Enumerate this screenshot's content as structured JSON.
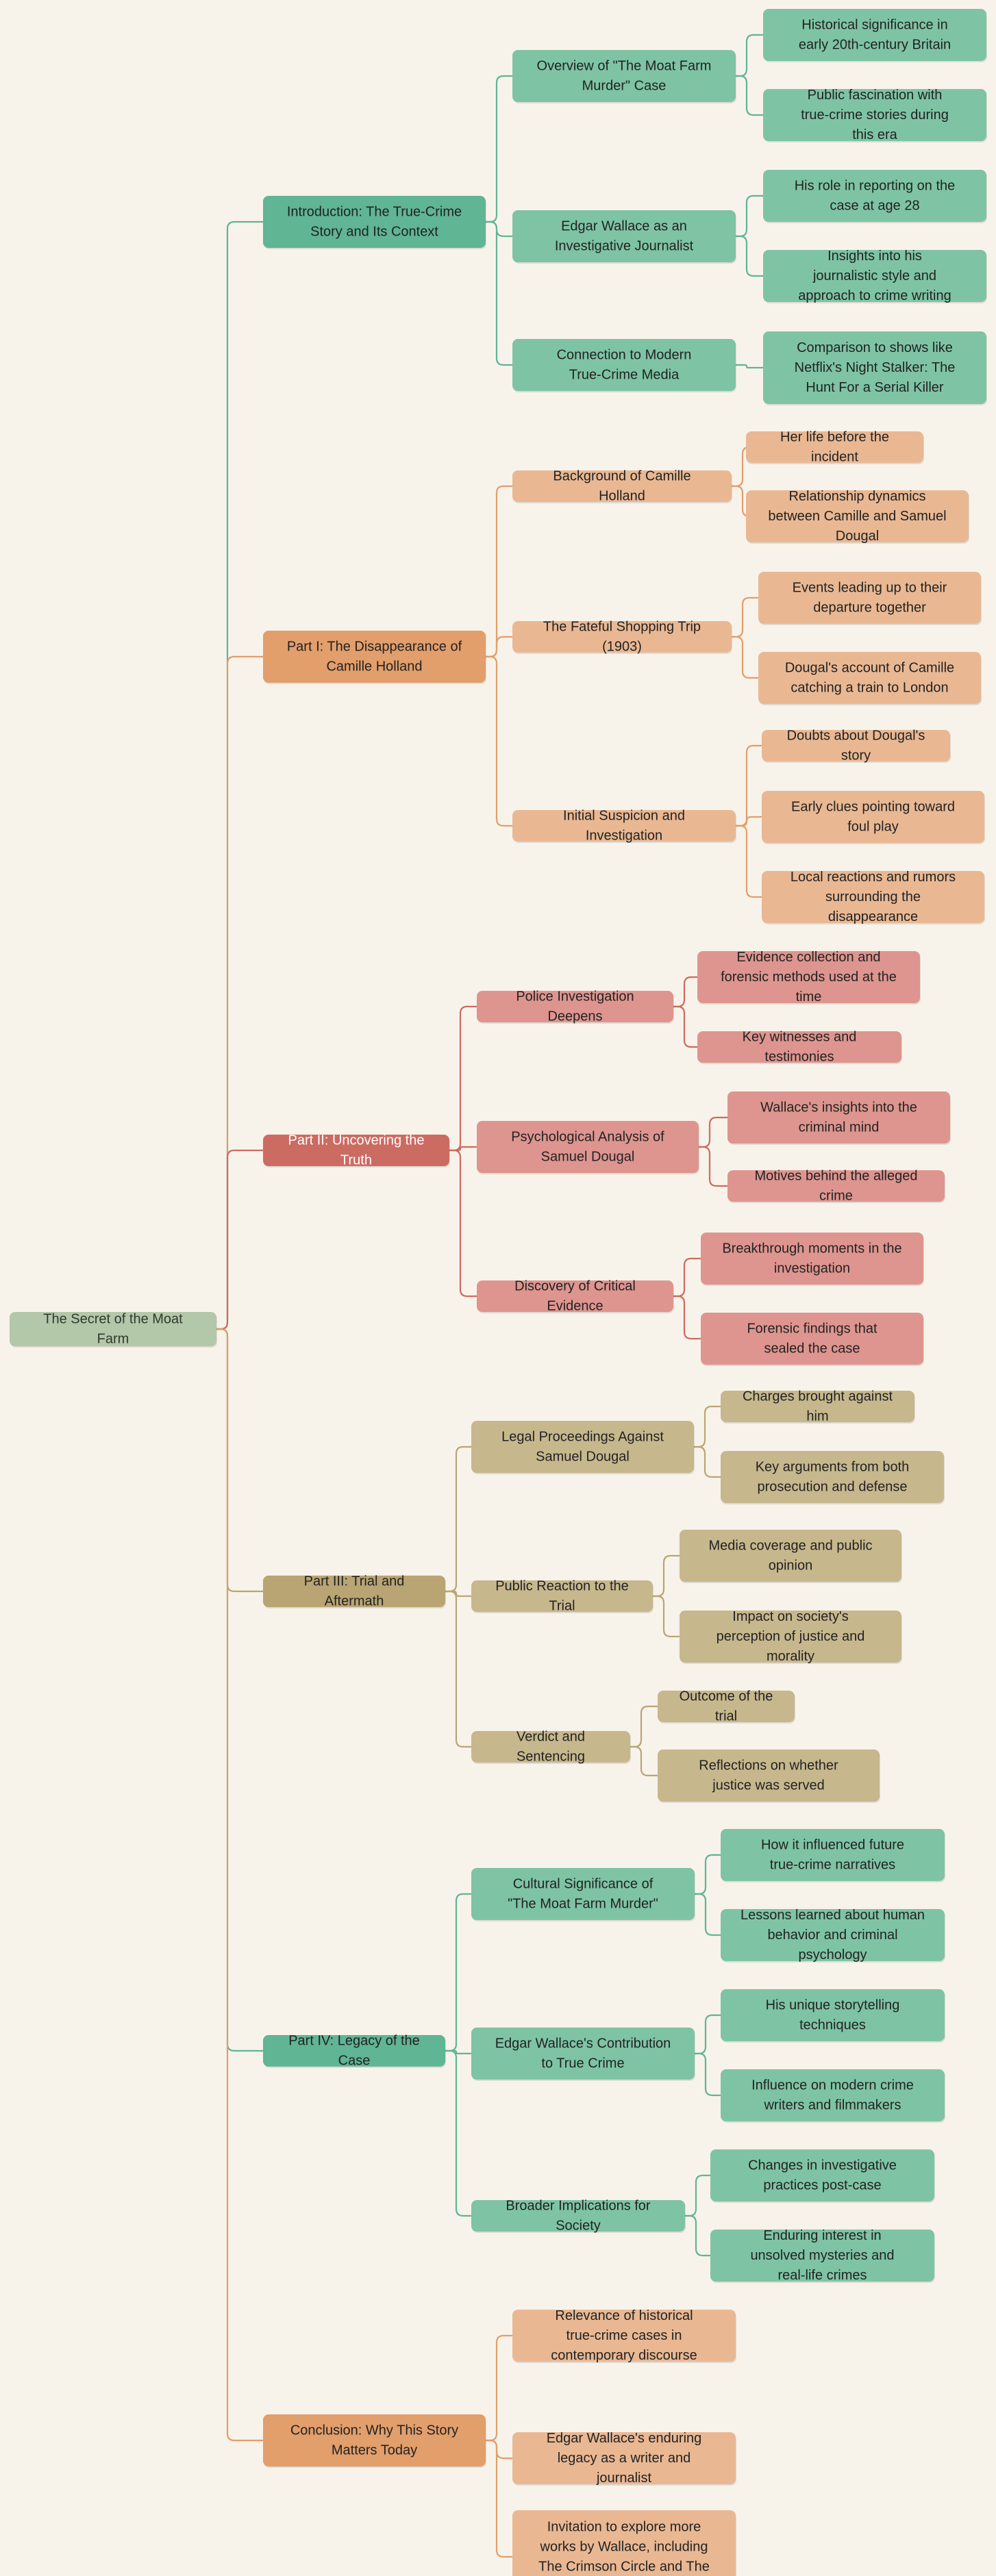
{
  "colors": {
    "background": "#f8f3ea",
    "root": "#b3c7a9",
    "green": "#5fb594",
    "green_light": "#7ec4a4",
    "orange": "#e29e6b",
    "orange_light": "#e9b893",
    "red": "#cc6b62",
    "red_light": "#de958f",
    "khaki": "#b9a574",
    "khaki_light": "#c7b78d"
  },
  "root": {
    "label": "The Secret of the Moat Farm"
  },
  "branches": [
    {
      "label": "Introduction: The True-Crime Story and Its Context",
      "theme": "green",
      "topics": [
        {
          "label": "Overview of \"The Moat Farm Murder\" Case",
          "leaves": [
            "Historical significance in early 20th-century Britain",
            "Public fascination with true-crime stories during this era"
          ]
        },
        {
          "label": "Edgar Wallace as an Investigative Journalist",
          "leaves": [
            "His role in reporting on the case at age 28",
            "Insights into his journalistic style and approach to crime writing"
          ]
        },
        {
          "label": "Connection to Modern True-Crime Media",
          "leaves": [
            "Comparison to shows like Netflix's Night Stalker: The Hunt For a Serial Killer"
          ]
        }
      ]
    },
    {
      "label": "Part I: The Disappearance of Camille Holland",
      "theme": "orange",
      "topics": [
        {
          "label": "Background of Camille Holland",
          "leaves": [
            "Her life before the incident",
            "Relationship dynamics between Camille and Samuel Dougal"
          ]
        },
        {
          "label": "The Fateful Shopping Trip (1903)",
          "leaves": [
            "Events leading up to their departure together",
            "Dougal's account of Camille catching a train to London"
          ]
        },
        {
          "label": "Initial Suspicion and Investigation",
          "leaves": [
            "Doubts about Dougal's story",
            "Early clues pointing toward foul play",
            "Local reactions and rumors surrounding the disappearance"
          ]
        }
      ]
    },
    {
      "label": "Part II: Uncovering the Truth",
      "theme": "red",
      "topics": [
        {
          "label": "Police Investigation Deepens",
          "leaves": [
            "Evidence collection and forensic methods used at the time",
            "Key witnesses and testimonies"
          ]
        },
        {
          "label": "Psychological Analysis of Samuel Dougal",
          "leaves": [
            "Wallace's insights into the criminal mind",
            "Motives behind the alleged crime"
          ]
        },
        {
          "label": "Discovery of Critical Evidence",
          "leaves": [
            "Breakthrough moments in the investigation",
            "Forensic findings that sealed the case"
          ]
        }
      ]
    },
    {
      "label": "Part III: Trial and Aftermath",
      "theme": "khaki",
      "topics": [
        {
          "label": "Legal Proceedings Against Samuel Dougal",
          "leaves": [
            "Charges brought against him",
            "Key arguments from both prosecution and defense"
          ]
        },
        {
          "label": "Public Reaction to the Trial",
          "leaves": [
            "Media coverage and public opinion",
            "Impact on society's perception of justice and morality"
          ]
        },
        {
          "label": "Verdict and Sentencing",
          "leaves": [
            "Outcome of the trial",
            "Reflections on whether justice was served"
          ]
        }
      ]
    },
    {
      "label": "Part IV: Legacy of the Case",
      "theme": "green",
      "topics": [
        {
          "label": "Cultural Significance of \"The Moat Farm Murder\"",
          "leaves": [
            "How it influenced future true-crime narratives",
            "Lessons learned about human behavior and criminal psychology"
          ]
        },
        {
          "label": "Edgar Wallace's Contribution to True Crime",
          "leaves": [
            "His unique storytelling techniques",
            "Influence on modern crime writers and filmmakers"
          ]
        },
        {
          "label": "Broader Implications for Society",
          "leaves": [
            "Changes in investigative practices post-case",
            "Enduring interest in unsolved mysteries and real-life crimes"
          ]
        }
      ]
    },
    {
      "label": "Conclusion: Why This Story Matters Today",
      "theme": "orange",
      "topics": [
        {
          "label": "Relevance of historical true-crime cases in contemporary discourse",
          "leaves": []
        },
        {
          "label": "Edgar Wallace's enduring legacy as a writer and journalist",
          "leaves": []
        },
        {
          "label": "Invitation to explore more works by Wallace, including The Crimson Circle and The Flying Squad",
          "leaves": []
        }
      ]
    }
  ]
}
